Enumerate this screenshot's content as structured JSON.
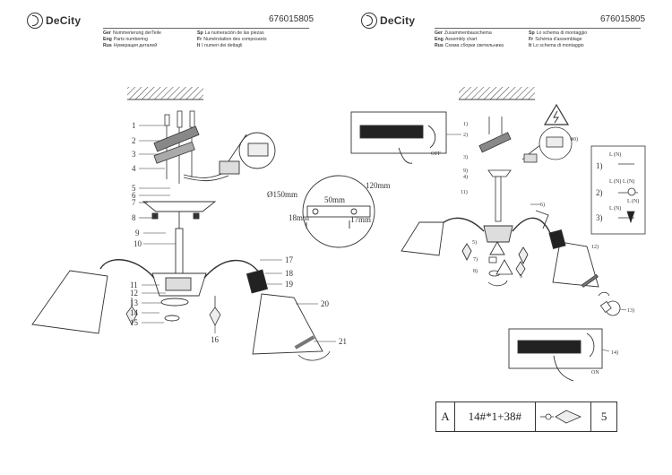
{
  "document": {
    "pages": [
      {
        "logo": "DeCity",
        "code": "676015805",
        "languages": [
          {
            "code": "Ger",
            "text": "Nummerierung derTeile"
          },
          {
            "code": "Sp",
            "text": "La numeración de las piezas"
          },
          {
            "code": "Eng",
            "text": "Parts numbering"
          },
          {
            "code": "Fr",
            "text": "Numérotation des composants"
          },
          {
            "code": "Rus",
            "text": "Нумерация деталей"
          },
          {
            "code": "It",
            "text": "I numeri dei dettagli"
          }
        ],
        "callouts": [
          "1",
          "2",
          "3",
          "4",
          "5",
          "6",
          "7",
          "8",
          "9",
          "10",
          "11",
          "12",
          "13",
          "14",
          "15",
          "16",
          "17",
          "18",
          "19",
          "20",
          "21"
        ],
        "dimensions": [
          "Ø150mm",
          "50mm",
          "120mm",
          "18mm",
          "17mm"
        ]
      },
      {
        "logo": "DeCity",
        "code": "676015805",
        "languages": [
          {
            "code": "Ger",
            "text": "Zusammenbauschema"
          },
          {
            "code": "Sp",
            "text": "Lo schema di montaggio"
          },
          {
            "code": "Eng",
            "text": "Assembly chart"
          },
          {
            "code": "Fr",
            "text": "Schéma d'assemblage"
          },
          {
            "code": "Rus",
            "text": "Схема сборки светильника"
          },
          {
            "code": "It",
            "text": "Lo schema di montaggio"
          }
        ],
        "callouts": [
          "1)",
          "2)",
          "3)",
          "9)",
          "4)",
          "11)",
          "6)",
          "5)",
          "7)",
          "8)",
          "12)",
          "13)",
          "10)",
          "14)",
          "5"
        ],
        "switch_off": "OFF",
        "switch_on": "ON",
        "wiring_steps": [
          "1)",
          "2)",
          "3)"
        ],
        "wire_labels": [
          "L (N)",
          "L (N)",
          "L (N)",
          "L (N)",
          "L (N)"
        ]
      }
    ],
    "parts_table": {
      "label": "A",
      "formula": "14#*1+38#",
      "count": "5"
    }
  }
}
